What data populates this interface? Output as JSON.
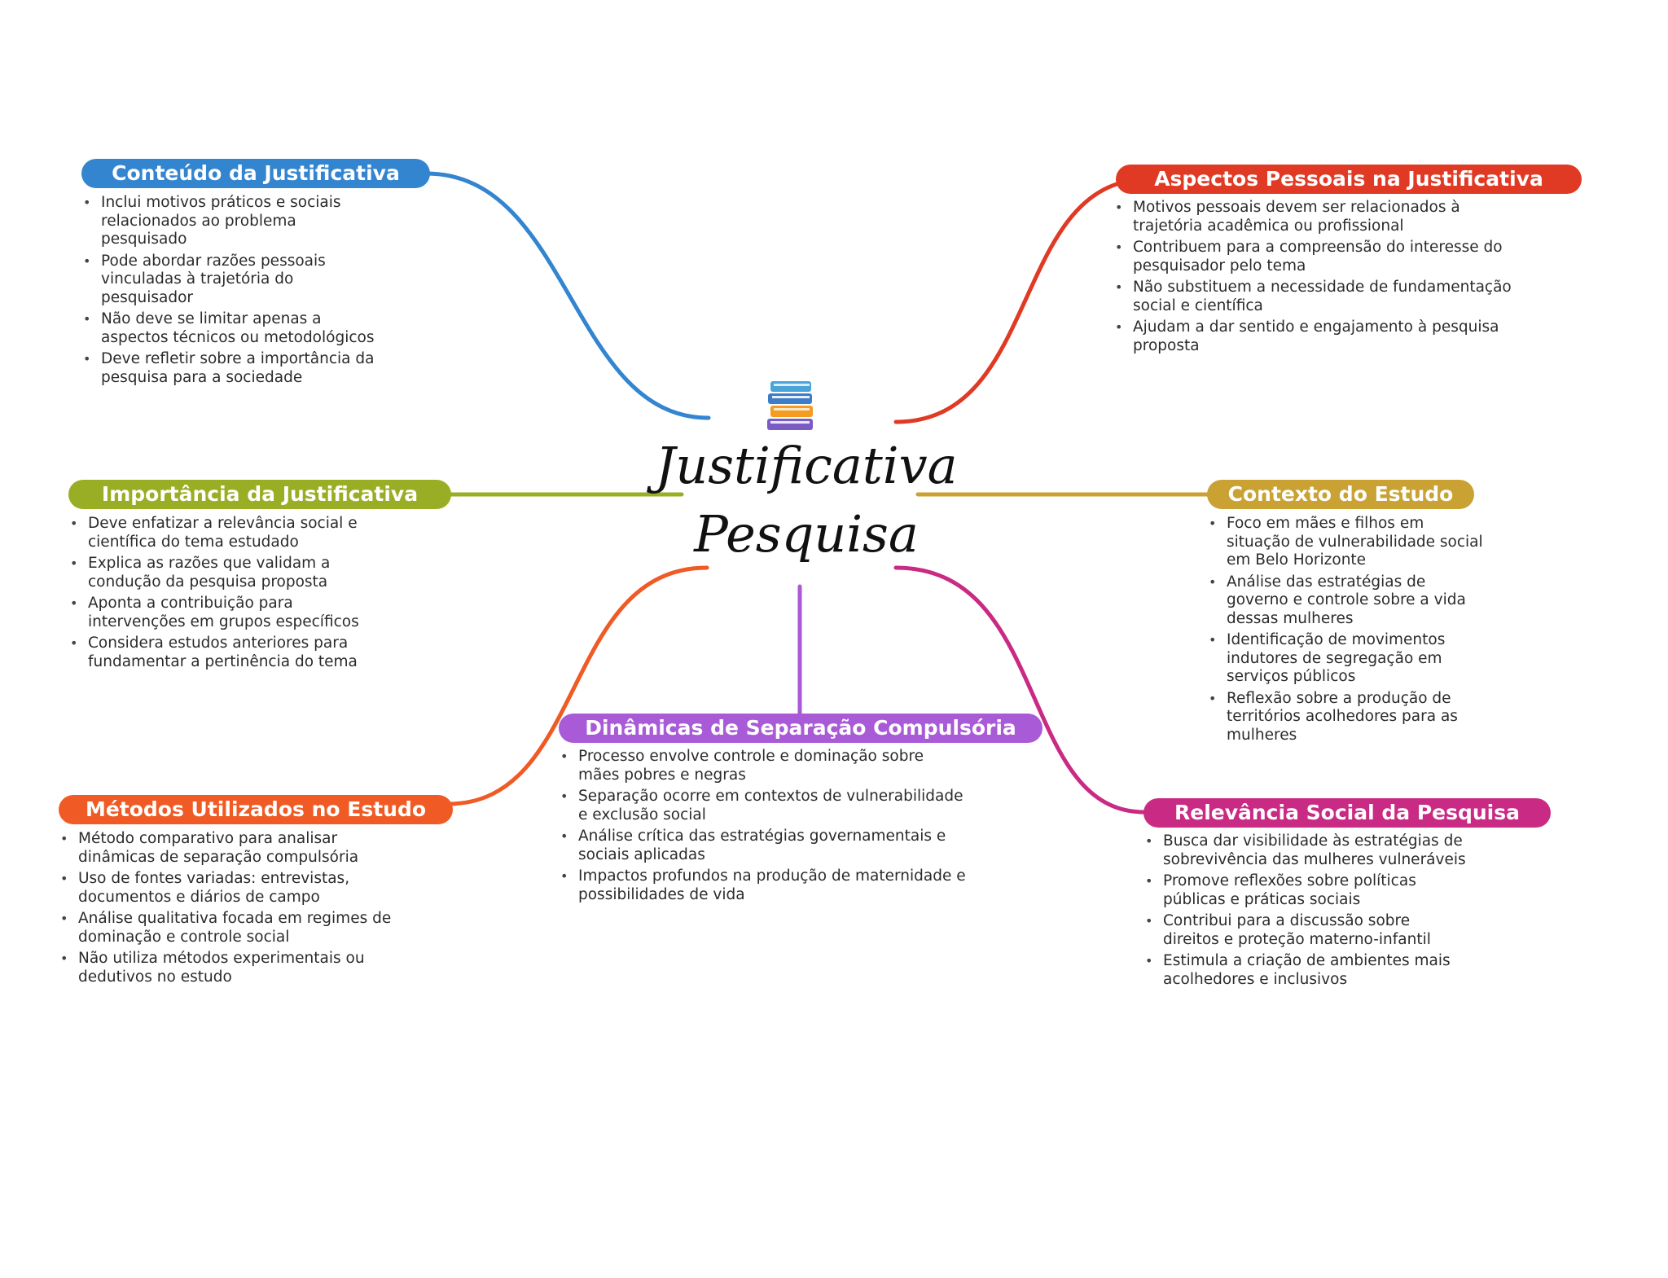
{
  "center": {
    "title_line1": "Justificativa",
    "title_line2": "Pesquisa",
    "icon": "books-icon"
  },
  "branches": [
    {
      "key": "conteudo",
      "title": "Conteúdo da Justificativa",
      "color": "#3385d0",
      "items": [
        "Inclui motivos práticos e sociais relacionados ao problema pesquisado",
        "Pode abordar razões pessoais vinculadas à trajetória do pesquisador",
        "Não deve se limitar apenas a aspectos técnicos ou metodológicos",
        "Deve refletir sobre a importância da pesquisa para a sociedade"
      ]
    },
    {
      "key": "aspectos",
      "title": "Aspectos Pessoais na Justificativa",
      "color": "#e03a24",
      "items": [
        "Motivos pessoais devem ser relacionados à trajetória acadêmica ou profissional",
        "Contribuem para a compreensão do interesse do pesquisador pelo tema",
        "Não substituem a necessidade de fundamentação social e científica",
        "Ajudam a dar sentido e engajamento à pesquisa proposta"
      ]
    },
    {
      "key": "importancia",
      "title": "Importância da Justificativa",
      "color": "#99ae24",
      "items": [
        "Deve enfatizar a relevância social e científica do tema estudado",
        "Explica as razões que validam a condução da pesquisa proposta",
        "Aponta a contribuição para intervenções em grupos específicos",
        "Considera estudos anteriores para fundamentar a pertinência do tema"
      ]
    },
    {
      "key": "contexto",
      "title": "Contexto do Estudo",
      "color": "#c9a233",
      "items": [
        "Foco em mães e filhos em situação de vulnerabilidade social em Belo Horizonte",
        "Análise das estratégias de governo e controle sobre a vida dessas mulheres",
        "Identificação de movimentos indutores de segregação em serviços públicos",
        "Reflexão sobre a produção de territórios acolhedores para as mulheres"
      ]
    },
    {
      "key": "dinamicas",
      "title": "Dinâmicas de Separação Compulsória",
      "color": "#a95ad7",
      "items": [
        "Processo envolve controle e dominação sobre mães pobres e negras",
        "Separação ocorre em contextos de vulnerabilidade e exclusão social",
        "Análise crítica das estratégias governamentais e sociais aplicadas",
        "Impactos profundos na produção de maternidade e possibilidades de vida"
      ]
    },
    {
      "key": "metodos",
      "title": "Métodos Utilizados no Estudo",
      "color": "#f05a24",
      "items": [
        "Método comparativo para analisar dinâmicas de separação compulsória",
        "Uso de fontes variadas: entrevistas, documentos e diários de campo",
        "Análise qualitativa focada em regimes de dominação e controle social",
        "Não utiliza métodos experimentais ou dedutivos no estudo"
      ]
    },
    {
      "key": "relevancia",
      "title": "Relevância Social da Pesquisa",
      "color": "#c92a84",
      "items": [
        "Busca dar visibilidade às estratégias de sobrevivência das mulheres vulneráveis",
        "Promove reflexões sobre políticas públicas e práticas sociais",
        "Contribui para a discussão sobre direitos e proteção materno-infantil",
        "Estimula a criação de ambientes mais acolhedores e inclusivos"
      ]
    }
  ]
}
